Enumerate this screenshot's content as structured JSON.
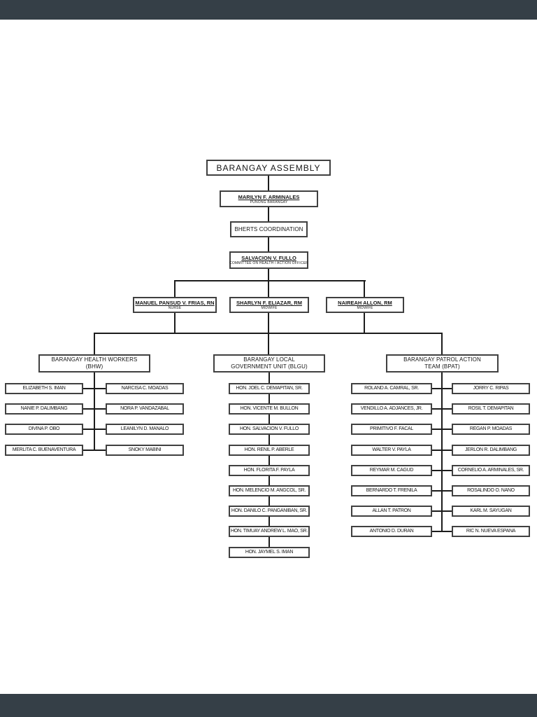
{
  "colors": {
    "viewer_bar": "#353f47",
    "connector_line": "#1c1c1c",
    "box_border": "#404040",
    "page_bg": "#ffffff"
  },
  "org": {
    "assembly": {
      "label": "BARANGAY ASSEMBLY"
    },
    "captain": {
      "name": "MARILYN F. ARMINALES",
      "title": "PUNONG BARANGAY"
    },
    "coordination": {
      "label": "BHERTS COORDINATION"
    },
    "action_officer": {
      "name": "SALVACION V. FULLO",
      "title": "COMMITTEE ON HEALTH / ACTION OFFICER"
    },
    "health_staff": [
      {
        "name": "MANUEL PANSUD V. FRIAS, RN",
        "title": "NURSE"
      },
      {
        "name": "SHARLYN F. ELIAZAR, RM",
        "title": "MIDWIFE"
      },
      {
        "name": "NAIREAH ALLON, RM",
        "title": "MIDWIFE"
      }
    ],
    "branches": [
      {
        "label_line1": "BARANGAY HEALTH WORKERS",
        "label_line2": "(BHW)",
        "columns": [
          [
            "ELIZABETH S. IMAN",
            "NANIE P. DALIMBANG",
            "DIVINA P. OBO",
            "MERLITA C. BUENAVENTURA"
          ],
          [
            "NARCISA C. MOADAS",
            "NORA P. VANDAZABAL",
            "LEANILYN D. MANALO",
            "SNOKY MABINI"
          ]
        ]
      },
      {
        "label_line1": "BARANGAY LOCAL",
        "label_line2": "GOVERNMENT UNIT (BLGU)",
        "columns": [
          [
            "HON. JOEL C. DEMAPITAN, SR.",
            "HON. VICENTE M. BULLON",
            "HON. SALVACION V. FULLO",
            "HON. RENIL P. ABERLE",
            "HON. FLORITA F. PAYLA",
            "HON. MELENCIO M. ANGCOL, SR.",
            "HON. DANILO C. PANGANIBAN, SR.",
            "HON. TIMUAY ANDREW L. MAO, SR.",
            "HON. JAYMEL S. IMAN"
          ]
        ]
      },
      {
        "label_line1": "BARANGAY PATROL ACTION",
        "label_line2": "TEAM (BPAT)",
        "columns": [
          [
            "ROLAND A. CAMRAL, SR.",
            "VENDILLO A. ADJANCES, JR.",
            "PRIMITIVO F. FACAL",
            "WALTER V. PAYLA",
            "REYMAR M. CAGUD",
            "BERNARDO T. FRENILA",
            "ALLAN T. PATRON",
            "ANTONIO D. DURAN"
          ],
          [
            "JORRY C. RIPAS",
            "ROSIL T. DEMAPITAN",
            "REGAN P. MOADAS",
            "JERLON R. DALIMBANG",
            "CORNELIO A. ARMINALES, SR.",
            "ROSALINDO O. NANO",
            "KARL M. SAYUGAN",
            "RIC N. NUEVA ESPANA"
          ]
        ]
      }
    ]
  }
}
